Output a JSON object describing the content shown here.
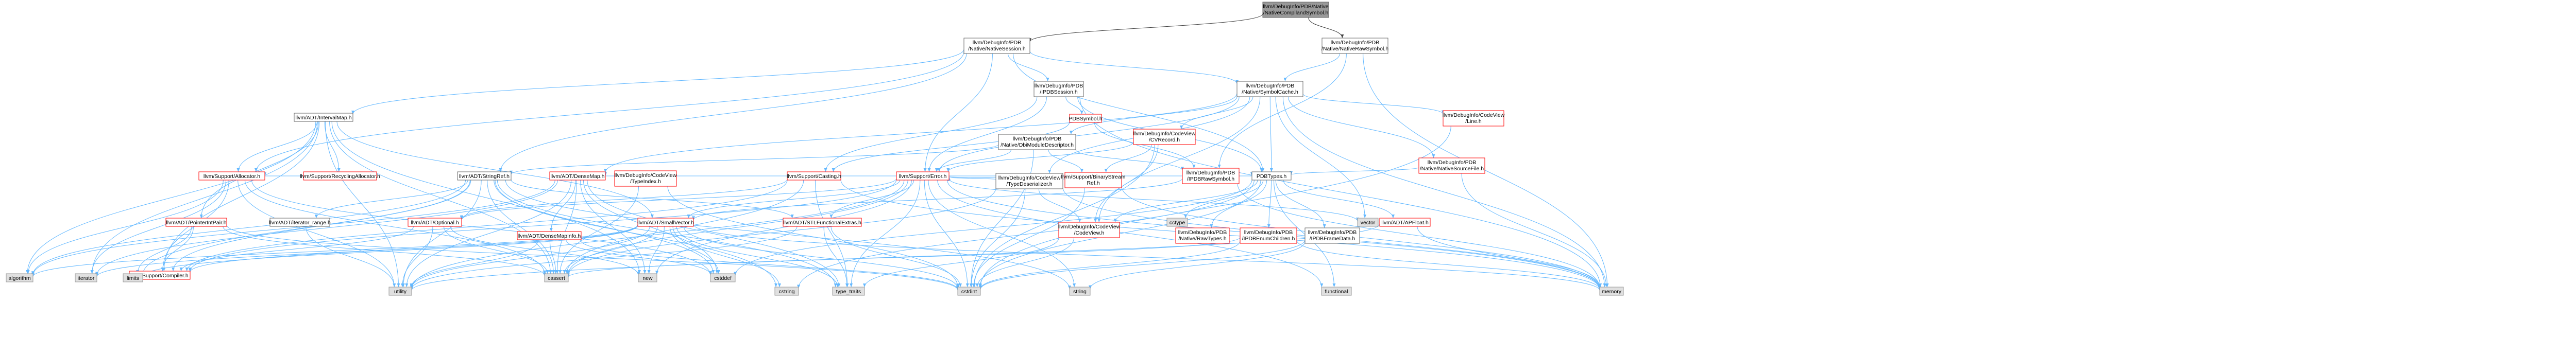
{
  "root": [
    "llvm/DebugInfo/PDB/Native",
    "/NativeCompilandSymbol.h"
  ],
  "nodes": {
    "NativeSession": [
      "llvm/DebugInfo/PDB",
      "/Native/NativeSession.h"
    ],
    "NativeRawSymbol": [
      "llvm/DebugInfo/PDB",
      "/Native/NativeRawSymbol.h"
    ],
    "IntervalMap": [
      "llvm/ADT/IntervalMap.h"
    ],
    "PDBSession": [
      "llvm/DebugInfo/PDB",
      "/IPDBSession.h"
    ],
    "SymbolCache": [
      "llvm/DebugInfo/PDB",
      "/Native/SymbolCache.h"
    ],
    "PDBSymbol": [
      "PDBSymbol.h"
    ],
    "DbiModuleDescriptor": [
      "llvm/DebugInfo/PDB",
      "/Native/DbiModuleDescriptor.h"
    ],
    "CVRecord": [
      "llvm/DebugInfo/CodeView",
      "/CVRecord.h"
    ],
    "CVLine": [
      "llvm/DebugInfo/CodeView",
      "/Line.h"
    ],
    "NativeSourceFile": [
      "llvm/DebugInfo/PDB",
      "/Native/NativeSourceFile.h"
    ],
    "IPDBRawSymbol": [
      "llvm/DebugInfo/PDB",
      "/IPDBRawSymbol.h"
    ],
    "TypeDeserializer": [
      "llvm/DebugInfo/CodeView",
      "/TypeDeserializer.h"
    ],
    "BinaryStreamRef": [
      "llvm/Support/BinaryStream",
      "Ref.h"
    ],
    "PDBTypes": [
      "PDBTypes.h"
    ],
    "Allocator": [
      "llvm/Support/Allocator.h"
    ],
    "RecyclingAllocator": [
      "llvm/Support/RecyclingAllocator.h"
    ],
    "StringRef": [
      "llvm/ADT/StringRef.h"
    ],
    "DenseMap": [
      "llvm/ADT/DenseMap.h"
    ],
    "TypeIndex": [
      "llvm/DebugInfo/CodeView",
      "/TypeIndex.h"
    ],
    "Casting": [
      "llvm/Support/Casting.h"
    ],
    "SupportError": [
      "llvm/Support/Error.h"
    ],
    "PointerIntPair": [
      "llvm/ADT/PointerIntPair.h"
    ],
    "IteratorRange": [
      "llvm/ADT/iterator_range.h"
    ],
    "Optional": [
      "llvm/ADT/Optional.h"
    ],
    "DenseMapInfo": [
      "llvm/ADT/DenseMapInfo.h"
    ],
    "SmallVector": [
      "llvm/ADT/SmallVector.h"
    ],
    "STLFunctionalExtras": [
      "llvm/ADT/STLFunctionalExtras.h"
    ],
    "CodeViewH": [
      "llvm/DebugInfo/CodeView",
      "/CodeView.h"
    ],
    "PDBNativeRawTypes": [
      "llvm/DebugInfo/PDB",
      "/Native/RawTypes.h"
    ],
    "IPDBEnumChildren": [
      "llvm/DebugInfo/PDB",
      "/IPDBEnumChildren.h"
    ],
    "IPDBFrameData": [
      "llvm/DebugInfo/PDB",
      "/IPDBFrameData.h"
    ],
    "APFloat": [
      "llvm/ADT/APFloat.h"
    ],
    "SupportCompiler": [
      "llvm/Support/Compiler.h"
    ],
    "algorithm": [
      "algorithm"
    ],
    "iterator": [
      "iterator"
    ],
    "limits": [
      "limits"
    ],
    "utility": [
      "utility"
    ],
    "cassert": [
      "cassert"
    ],
    "new": [
      "new"
    ],
    "cstddef": [
      "cstddef"
    ],
    "cstring": [
      "cstring"
    ],
    "type_traits": [
      "type_traits"
    ],
    "cstdint": [
      "cstdint"
    ],
    "string": [
      "string"
    ],
    "functional": [
      "functional"
    ],
    "memory": [
      "memory"
    ],
    "cctype": [
      "cctype"
    ],
    "vector": [
      "vector"
    ]
  }
}
